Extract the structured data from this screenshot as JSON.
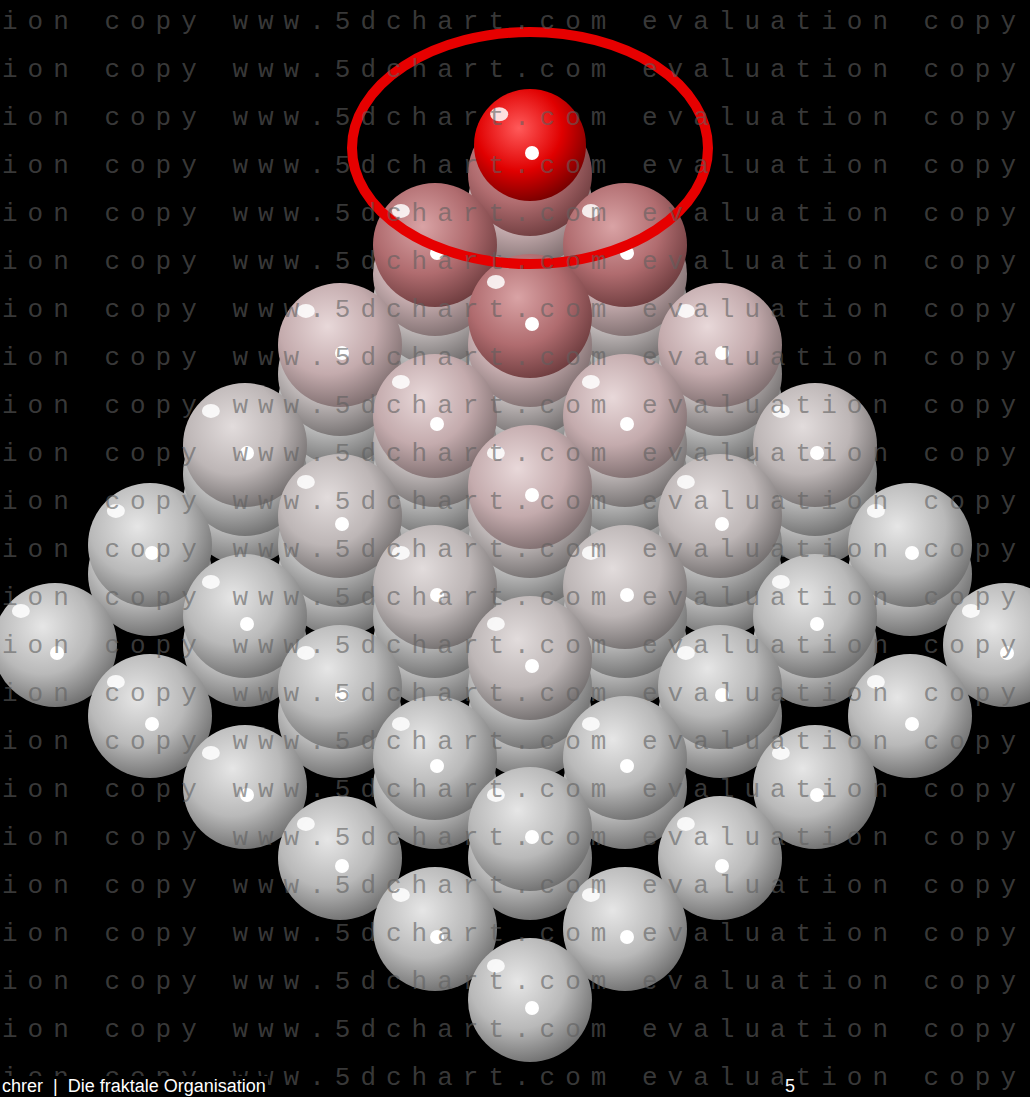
{
  "diagram": {
    "labels": [
      "ion copy www.5dchart.com evaluation copy",
      "ion copy www.5dchart.com evaluation copy",
      "ion copy www.5dchart.com evaluation copy",
      "ion copy www.5dchart.com evaluation copy",
      "ion copy www.5dchart.com evaluation copy",
      "ion copy www.5dchart.com evaluation copy",
      "ion copy www.5dchart.com evaluation copy",
      "ion copy www.5dchart.com evaluation copy",
      "ion copy www.5dchart.com evaluation copy",
      "ion copy www.5dchart.com evaluation copy",
      "ion copy www.5dchart.com evaluation copy",
      "ion copy www.5dchart.com evaluation copy",
      "ion copy www.5dchart.com evaluation copy",
      "ion copy www.5dchart.com evaluation copy",
      "ion copy www.5dchart.com evaluation copy",
      "ion copy www.5dchart.com evaluation copy",
      "ion copy www.5dchart.com evaluation copy",
      "ion copy www.5dchart.com evaluation copy",
      "ion copy www.5dchart.com evaluation copy",
      "ion copy www.5dchart.com evaluation copy",
      "ion copy www.5dchart.com evaluation copy",
      "ion copy www.5dchart.com evaluation copy",
      "ion copy www.5dchart.com evaluation copy",
      "chrer  |  Die fraktale Organisation",
      "5"
    ]
  }
}
